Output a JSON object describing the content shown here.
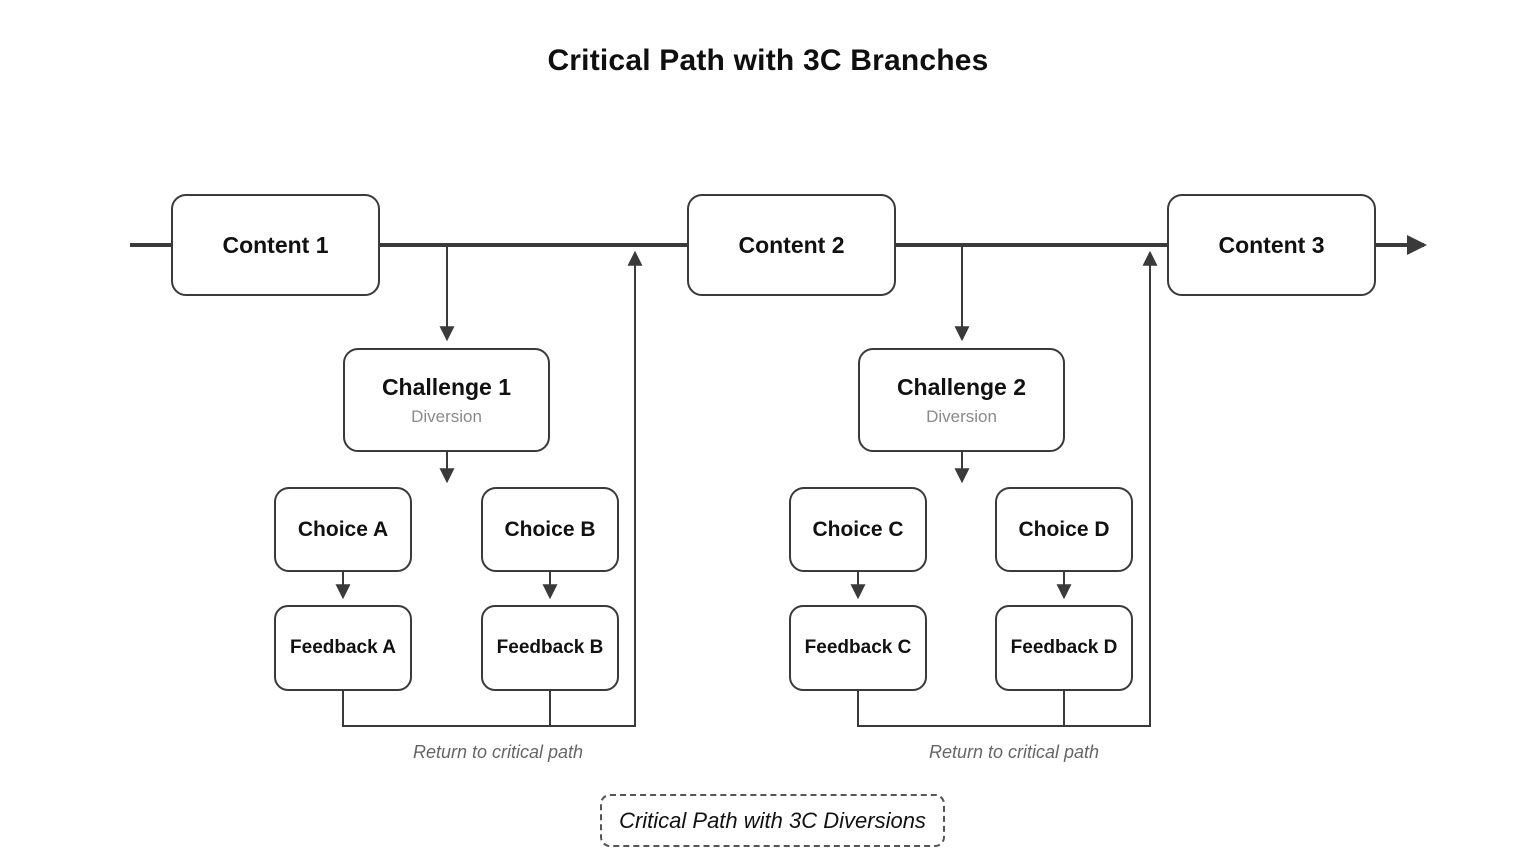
{
  "diagram": {
    "title": "Critical Path with 3C Branches",
    "critical_path_nodes": [
      "Content 1",
      "Content 2",
      "Content 3"
    ],
    "branches": [
      {
        "challenge": "Challenge 1",
        "challenge_subtitle": "Diversion",
        "choices": [
          "Choice A",
          "Choice B"
        ],
        "feedbacks": [
          "Feedback A",
          "Feedback B"
        ],
        "return_label": "Return to critical path"
      },
      {
        "challenge": "Challenge 2",
        "challenge_subtitle": "Diversion",
        "choices": [
          "Choice C",
          "Choice D"
        ],
        "feedbacks": [
          "Feedback C",
          "Feedback D"
        ],
        "return_label": "Return to critical path"
      }
    ],
    "caption": "Critical Path with 3C Diversions",
    "colors": {
      "stroke": "#3a3a3a",
      "node_fill": "#ffffff",
      "subtitle_text": "#8a8a8a",
      "return_label_text": "#666666"
    }
  }
}
